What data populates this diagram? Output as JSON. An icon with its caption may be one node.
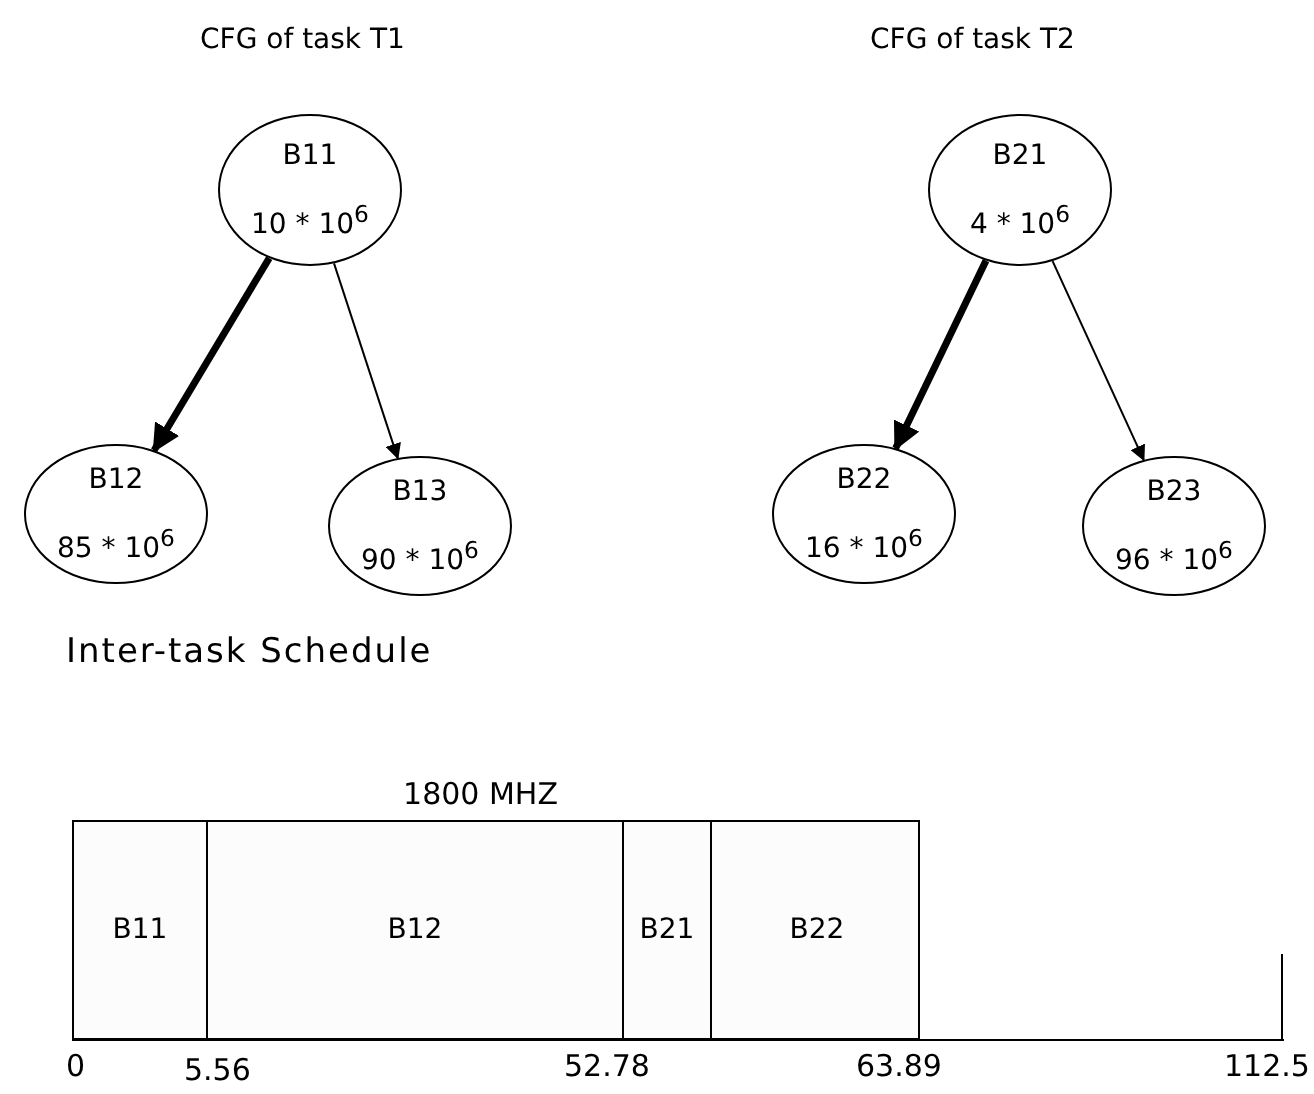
{
  "diagram": {
    "nodes": [
      {
        "text": [
          "B11",
          "10 * 10$^{6}$"
        ]
      },
      {
        "text": [
          "B12",
          "85 * 10$^{6}$"
        ]
      },
      {
        "text": [
          "B13",
          "90 * 10$^{6}$"
        ]
      },
      {
        "text": [
          "B21",
          "4 * 10$^{6}$"
        ]
      },
      {
        "text": [
          "B22",
          "16 * 10$^{6}$"
        ]
      },
      {
        "text": [
          "B23",
          "96 * 10$^{6}$"
        ]
      },
      {
        "text": [
          "1800 MHZ"
        ]
      },
      {
        "text": [
          "B11"
        ],
        "in": 6
      },
      {
        "text": [
          "B12"
        ],
        "in": 6
      },
      {
        "text": [
          "B21"
        ],
        "in": 6
      },
      {
        "text": [
          "B22"
        ],
        "in": 6
      }
    ],
    "edges": [
      {
        "from": 0,
        "to": 1,
        "arrow": "to",
        "style": "thick"
      },
      {
        "from": 0,
        "to": 2,
        "arrow": "to"
      },
      {
        "from": 3,
        "to": 4,
        "arrow": "to",
        "style": "thick"
      },
      {
        "from": 3,
        "to": 5,
        "arrow": "to"
      }
    ],
    "labels": [
      "CFG of task T1",
      "CFG of task T2",
      "Inter-task Schedule",
      "0",
      "5.56",
      "52.78",
      "63.89",
      "112.5"
    ]
  }
}
